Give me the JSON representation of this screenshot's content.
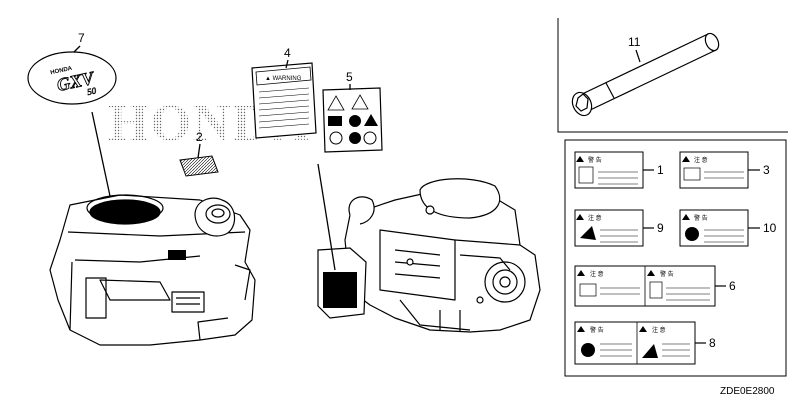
{
  "diagram": {
    "watermark": "HONDA",
    "emblem": {
      "brand": "HONDA",
      "model": "GXV",
      "size": "50"
    },
    "label4_header": "▲ WARNING",
    "caution_word": "注 意",
    "warning_word": "警 告",
    "callouts": {
      "c1": "1",
      "c2": "2",
      "c3": "3",
      "c4": "4",
      "c5": "5",
      "c6": "6",
      "c7": "7",
      "c8": "8",
      "c9": "9",
      "c10": "10",
      "c11": "11"
    },
    "diagram_code": "ZDE0E2800"
  }
}
